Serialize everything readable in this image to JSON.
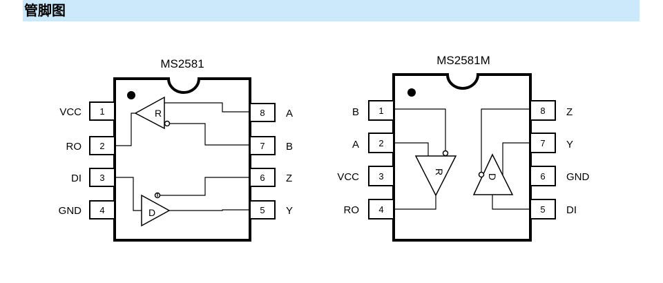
{
  "section": {
    "title": "管脚图"
  },
  "chips": [
    {
      "title": "MS2581",
      "pins": [
        {
          "num": "1",
          "label": "VCC"
        },
        {
          "num": "2",
          "label": "RO"
        },
        {
          "num": "3",
          "label": "DI"
        },
        {
          "num": "4",
          "label": "GND"
        },
        {
          "num": "8",
          "label": "A"
        },
        {
          "num": "7",
          "label": "B"
        },
        {
          "num": "6",
          "label": "Z"
        },
        {
          "num": "5",
          "label": "Y"
        }
      ],
      "receiver_letter": "R",
      "driver_letter": "D"
    },
    {
      "title": "MS2581M",
      "pins": [
        {
          "num": "1",
          "label": "B"
        },
        {
          "num": "2",
          "label": "A"
        },
        {
          "num": "3",
          "label": "VCC"
        },
        {
          "num": "4",
          "label": "RO"
        },
        {
          "num": "8",
          "label": "Z"
        },
        {
          "num": "7",
          "label": "Y"
        },
        {
          "num": "6",
          "label": "GND"
        },
        {
          "num": "5",
          "label": "DI"
        }
      ],
      "receiver_letter": "R",
      "driver_letter": "D"
    }
  ]
}
